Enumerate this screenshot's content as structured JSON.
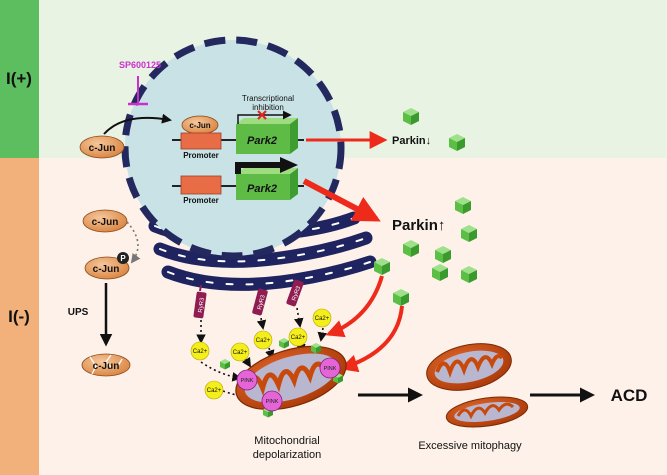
{
  "panels": {
    "top_label": "I(+)",
    "bottom_label": "I(-)"
  },
  "inhibitor": "SP600125",
  "cjun": {
    "top": "c-Jun",
    "in_nucleus": "c-Jun",
    "cytoplasm": "c-Jun",
    "phospho": "c-Jun",
    "phospho_tag": "P",
    "degraded": "c-Jun"
  },
  "gene": {
    "promoter_top": "Promoter",
    "promoter_bottom": "Promoter",
    "park2_top": "Park2",
    "park2_bottom": "Park2",
    "transcriptional_inhibition": [
      "Transcriptional",
      "inhibition"
    ]
  },
  "parkin": {
    "down": "Parkin↓",
    "up": "Parkin↑"
  },
  "ups": "UPS",
  "ryr3": [
    "RyR3",
    "RyR3",
    "RyR3"
  ],
  "calcium": "Ca2+",
  "pink": "PINK",
  "captions": {
    "depolarization": [
      "Mitochondrial",
      "depolarization"
    ],
    "mitophagy": "Excessive mitophagy",
    "acd": "ACD"
  },
  "colors": {
    "top_panel": "#e9f3e3",
    "top_sidebar": "#5cbe5e",
    "bottom_panel": "#fdf1ea",
    "bottom_sidebar": "#f2b17a",
    "nucleus": "#c8e2e6",
    "nucleus_border": "#23285e",
    "cjun": "#e49a5c",
    "park2": "#5ebb45",
    "promoter": "#e86c46",
    "inhibitor": "#cc2fcf",
    "red_arrow": "#ee2a1b",
    "calcium": "#f4ee1a",
    "pink": "#e466d6",
    "ryr3": "#8f1d52",
    "mitochondrion": "#c8490c"
  }
}
